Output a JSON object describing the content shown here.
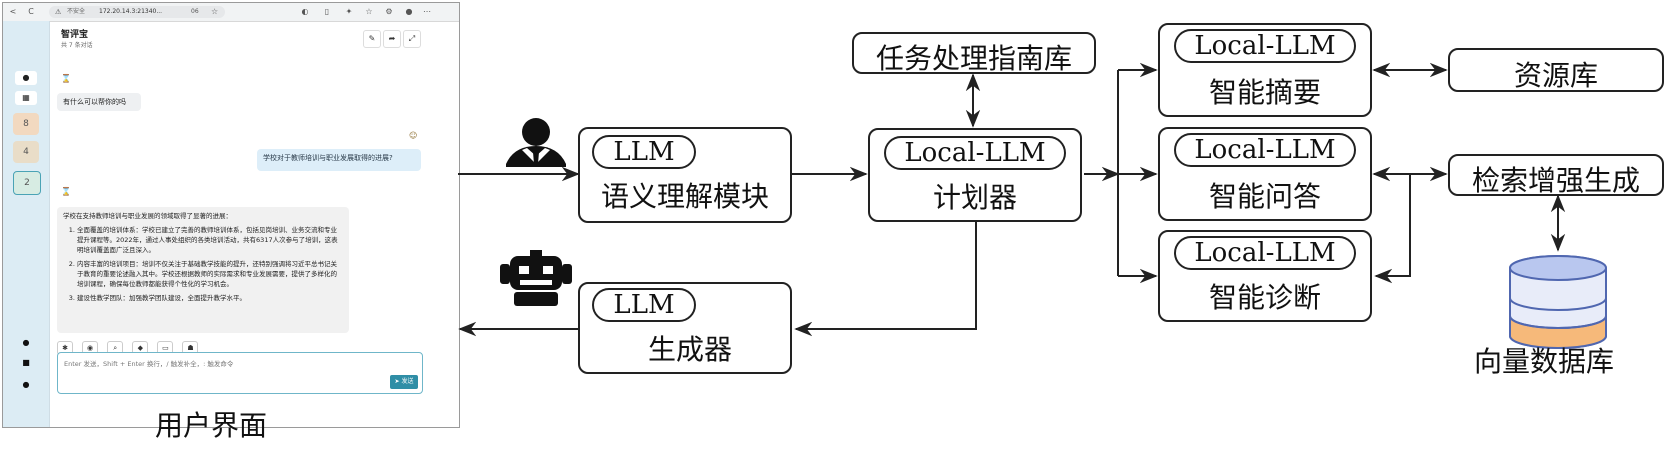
{
  "ui": {
    "browser": {
      "back": "<",
      "reload": "C",
      "not_secure_icon": "warning-icon",
      "not_secure": "不安全",
      "url": "172.20.14.3:21340...",
      "zoom": "06",
      "aa": "A",
      "star": "☆"
    },
    "chat": {
      "title": "智评宝",
      "subtitle": "共 7 条对话",
      "greeting": "有什么可以帮你的吗",
      "question": "学校对于教师培训与职业发展取得的进展?",
      "answer_intro": "学校在支持教师培训与职业发展的领域取得了显著的进展：",
      "answer_items": [
        "全面覆盖的培训体系：学校已建立了完善的教师培训体系，包括见岗培训、业务交流和专业提升课程等。2022年，通过人事处组织的各类培训活动，共有6317人次参与了培训，这表明培训覆盖面广泛且深入。",
        "内容丰富的培训项目：培训不仅关注于基础教学技能的提升，还特别强调将习近平总书记关于教育的重要论述融入其中。学校还根据教师的实际需求和专业发展需要，提供了多样化的培训课程，确保每位教师都能获得个性化的学习机会。",
        "建设性教学团队：加强教学团队建设，全面提升教学水平。"
      ],
      "input_placeholder": "Enter 发送，Shift + Enter 换行，/ 触发补全，: 触发命令",
      "send_label": "发送"
    },
    "caption": "用户界面"
  },
  "diagram": {
    "llm_understanding": {
      "tag": "LLM",
      "label": "语义理解模块"
    },
    "llm_generator": {
      "tag": "LLM",
      "label": "生成器"
    },
    "task_library": "任务处理指南库",
    "planner": {
      "tag": "Local-LLM",
      "label": "计划器"
    },
    "summary": {
      "tag": "Local-LLM",
      "label": "智能摘要"
    },
    "qa": {
      "tag": "Local-LLM",
      "label": "智能问答"
    },
    "diagnosis": {
      "tag": "Local-LLM",
      "label": "智能诊断"
    },
    "resource_library": "资源库",
    "rag": "检索增强生成",
    "vector_db": "向量数据库",
    "colors": {
      "stroke": "#222222",
      "db_top": "#b9c7ef",
      "db_mid": "#e8ecf9",
      "db_bottom": "#f6b97a"
    }
  }
}
